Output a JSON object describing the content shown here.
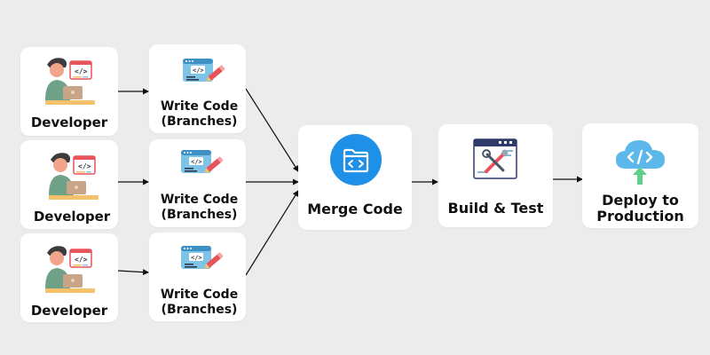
{
  "developers": [
    {
      "label": "Developer"
    },
    {
      "label": "Developer"
    },
    {
      "label": "Developer"
    }
  ],
  "write_code": [
    {
      "line1": "Write Code",
      "line2": "(Branches)"
    },
    {
      "line1": "Write Code",
      "line2": "(Branches)"
    },
    {
      "line1": "Write Code",
      "line2": "(Branches)"
    }
  ],
  "merge": {
    "label": "Merge Code"
  },
  "build": {
    "label": "Build & Test"
  },
  "deploy": {
    "line1": "Deploy to",
    "line2": "Production"
  },
  "colors": {
    "background": "#ececec",
    "card": "#ffffff",
    "accent_blue": "#1e90e8",
    "sky_blue": "#5cb8ea",
    "arrow": "#111111",
    "skin": "#f2a58a",
    "shirt": "#6fa088",
    "hair": "#3d3b3d",
    "red": "#e8545a",
    "green_arrow": "#5fcf8a"
  },
  "icons": {
    "developer": "developer-laptop-icon",
    "write_code": "code-window-pencil-icon",
    "merge": "merge-folder-icon",
    "build": "build-test-tools-icon",
    "deploy": "cloud-code-upload-icon"
  }
}
